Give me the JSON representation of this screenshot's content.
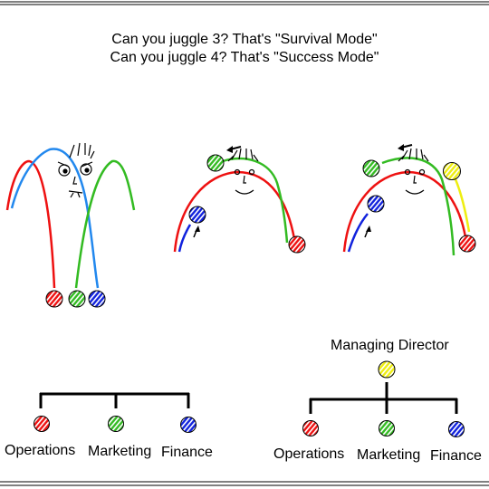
{
  "headline": {
    "line1": "Can you juggle 3? That's \"Survival Mode\"",
    "line2": "Can you juggle 4? That's \"Success Mode\""
  },
  "org_three": {
    "branches": [
      "Operations",
      "Marketing",
      "Finance"
    ]
  },
  "org_four": {
    "head": "Managing Director",
    "branches": [
      "Operations",
      "Marketing",
      "Finance"
    ]
  },
  "colors": {
    "red": "#ee1111",
    "green": "#33bb22",
    "blue": "#1122dd",
    "light_blue": "#2288ee",
    "yellow": "#eeee11",
    "ink": "#000000"
  }
}
